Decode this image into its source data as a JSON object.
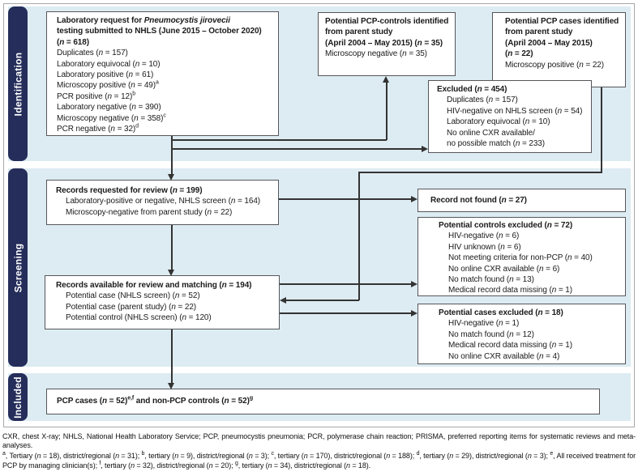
{
  "colors": {
    "sidebar_navy": "#252e5a",
    "band_blue": "#ddecf2"
  },
  "sidebar": {
    "labels": [
      {
        "id": "identification",
        "label": "Identification"
      },
      {
        "id": "screening",
        "label": "Screening"
      },
      {
        "id": "included",
        "label": "Included"
      }
    ]
  },
  "boxes": {
    "lab_request": {
      "lines": [
        {
          "t": "Laboratory request for *Pneumocystis jirovecii*",
          "b": true
        },
        {
          "t": "testing submitted to NHLS (June 2015 – October 2020)",
          "b": true
        },
        {
          "t": "(*n* = 618)",
          "b": true
        },
        {
          "t": "Duplicates (*n* = 157)"
        },
        {
          "t": "Laboratory equivocal (*n* = 10)"
        },
        {
          "t": "Laboratory positive (*n* = 61)"
        },
        {
          "t": "Microscopy positive (*n* = 49)^a^"
        },
        {
          "t": "PCR positive (*n* = 12)^b^"
        },
        {
          "t": "Laboratory negative (*n* = 390)"
        },
        {
          "t": "Microscopy negative (*n* = 358)^c^"
        },
        {
          "t": "PCR negative (*n* = 32)^d^"
        }
      ]
    },
    "pcp_controls": {
      "lines": [
        {
          "t": "Potential PCP-controls identified",
          "b": true
        },
        {
          "t": "from parent study",
          "b": true
        },
        {
          "t": "(April 2004 – May 2015) (*n* = 35)",
          "b": true
        },
        {
          "t": "Microscopy negative (*n* = 35)"
        }
      ]
    },
    "pcp_cases": {
      "lines": [
        {
          "t": "Potential PCP cases identified",
          "b": true
        },
        {
          "t": "from parent study",
          "b": true
        },
        {
          "t": "(April 2004 – May 2015)",
          "b": true
        },
        {
          "t": "(*n* = 22)",
          "b": true
        },
        {
          "t": "Microscopy positive (*n* = 22)"
        }
      ]
    },
    "excluded": {
      "lines": [
        {
          "t": "Excluded (*n* = 454)",
          "b": true
        },
        {
          "t": "Duplicates (*n* = 157)",
          "i": true
        },
        {
          "t": "HIV-negative on NHLS screen (*n* = 54)",
          "i": true
        },
        {
          "t": "Laboratory equivocal (*n* = 10)",
          "i": true
        },
        {
          "t": "No online CXR available/",
          "i": true
        },
        {
          "t": "no possible match (*n* = 233)",
          "i": true
        }
      ]
    },
    "records_requested": {
      "lines": [
        {
          "t": "Records requested for review (*n* = 199)",
          "b": true
        },
        {
          "t": "Laboratory-positive or negative, NHLS screen (*n* = 164)",
          "i": true
        },
        {
          "t": "Microscopy-negative from parent study (*n* = 22)",
          "i": true
        }
      ]
    },
    "record_not_found": {
      "lines": [
        {
          "t": "Record not found (*n* = 27)",
          "b": true
        }
      ]
    },
    "controls_excluded": {
      "lines": [
        {
          "t": "Potential controls excluded (*n* = 72)",
          "b": true
        },
        {
          "t": "HIV-negative (*n* = 6)",
          "i": true
        },
        {
          "t": "HIV unknown (*n* = 6)",
          "i": true
        },
        {
          "t": "Not meeting criteria for non-PCP (*n* = 40)",
          "i": true
        },
        {
          "t": "No online CXR available (*n* = 6)",
          "i": true
        },
        {
          "t": "No match found (*n* = 13)",
          "i": true
        },
        {
          "t": "Medical record data missing (*n* = 1)",
          "i": true
        }
      ]
    },
    "records_available": {
      "lines": [
        {
          "t": "Records available for review and matching (*n* = 194)",
          "b": true
        },
        {
          "t": "Potential case (NHLS screen) (*n* = 52)",
          "i": true
        },
        {
          "t": "Potential case (parent study) (*n* = 22)",
          "i": true
        },
        {
          "t": "Potential control (NHLS screen) (*n* = 120)",
          "i": true
        }
      ]
    },
    "cases_excluded": {
      "lines": [
        {
          "t": "Potential cases excluded (*n* = 18)",
          "b": true
        },
        {
          "t": "HIV-negative (*n* = 1)",
          "i": true
        },
        {
          "t": "No match found (*n* = 12)",
          "i": true
        },
        {
          "t": "Medical record data missing (*n* = 1)",
          "i": true
        },
        {
          "t": "No online CXR available (*n* = 4)",
          "i": true
        }
      ]
    },
    "included": {
      "lines": [
        {
          "t": "PCP cases (*n* = 52)^e,f^ and non-PCP controls (*n* = 52)^g^",
          "b": true
        }
      ]
    }
  },
  "footnotes": {
    "abbreviations": "CXR, chest X-ray; NHLS, National Health Laboratory Service; PCP, pneumocystis pneumonia; PCR, polymerase chain reaction; PRISMA, preferred reporting items for systematic reviews and meta-analyses.",
    "notes": "^a^, Tertiary (*n* = 18), district/regional (*n* = 31); ^b^, tertiary (*n* = 9), district/regional (*n* = 3); ^c^, tertiary (*n* = 170), district/regional (*n* = 188); ^d^, tertiary (*n* = 29), district/regional (*n* = 3); ^e^, All received treatment for PCP by managing clinician(s); ^f^, tertiary (*n* = 32), district/regional (*n* = 20); ^g^, tertiary (*n* = 34), district/regional (*n* = 18)."
  }
}
